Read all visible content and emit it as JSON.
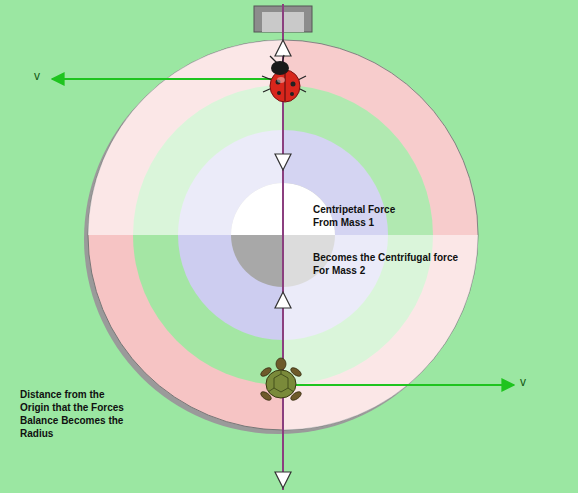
{
  "diagram": {
    "labels": [
      "v",
      "v",
      "Centripetal Force From Mass 1",
      "Becomes the Centrifugal force For Mass 2",
      "Distance from the Origin that the Forces Balance Becomes the Radius"
    ]
  }
}
